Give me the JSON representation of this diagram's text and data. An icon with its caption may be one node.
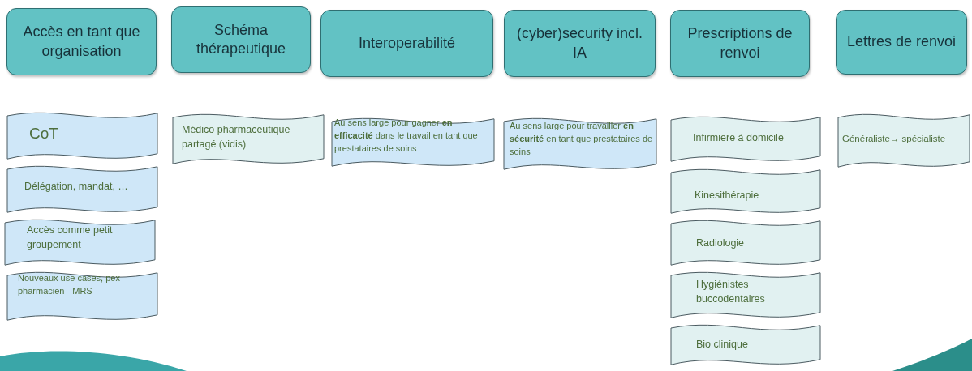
{
  "diagram": {
    "nodes": [
      {
        "text": [
          "Accès en tant que organisation"
        ]
      },
      {
        "text": [
          "Schéma thérapeutique"
        ]
      },
      {
        "text": [
          "Interoperabilité"
        ]
      },
      {
        "text": [
          "(cyber)security incl. IA"
        ]
      },
      {
        "text": [
          "Prescriptions de renvoi"
        ]
      },
      {
        "text": [
          "Lettres de renvoi"
        ]
      },
      {
        "text": [
          "CoT"
        ]
      },
      {
        "text": [
          "Délégation, mandat, …"
        ]
      },
      {
        "text": [
          "Accès comme petit groupement"
        ]
      },
      {
        "text": [
          "Nouveaux use cases, pex pharmacien - MRS"
        ]
      },
      {
        "text": [
          "Médico pharmaceutique partagé (vidis)"
        ]
      },
      {
        "text": [
          "Au sens large pour gagner **en efficacité** dans le travail en tant que prestataires de soins"
        ]
      },
      {
        "text": [
          "Au sens large pour travailler **en sécurité** en tant que prestataires de soins"
        ]
      },
      {
        "text": [
          "Infirmiere à domicile"
        ]
      },
      {
        "text": [
          "Kinesithérapie"
        ]
      },
      {
        "text": [
          "Radiologie"
        ]
      },
      {
        "text": [
          "Hygiénistes buccodentaires"
        ]
      },
      {
        "text": [
          "Bio clinique"
        ]
      },
      {
        "text": [
          "Généraliste→ spécialiste"
        ]
      }
    ]
  }
}
